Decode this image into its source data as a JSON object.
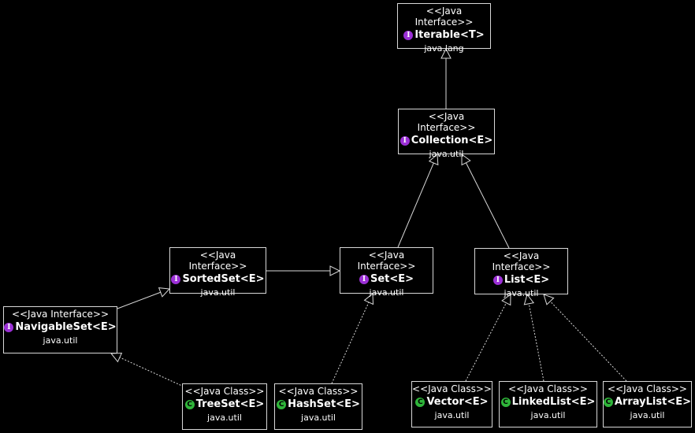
{
  "colors": {
    "background": "#000000",
    "border": "#d8d8d8",
    "text": "#ffffff",
    "interface_badge": "#9b2fd6",
    "class_badge": "#2fb53a"
  },
  "nodes": {
    "iterable": {
      "stereotype": "<<Java Interface>>",
      "badge": "I",
      "name": "Iterable<T>",
      "package": "java.lang"
    },
    "collection": {
      "stereotype": "<<Java Interface>>",
      "badge": "I",
      "name": "Collection<E>",
      "package": "java.util"
    },
    "sortedset": {
      "stereotype": "<<Java Interface>>",
      "badge": "I",
      "name": "SortedSet<E>",
      "package": "java.util"
    },
    "set": {
      "stereotype": "<<Java Interface>>",
      "badge": "I",
      "name": "Set<E>",
      "package": "java.util"
    },
    "list": {
      "stereotype": "<<Java Interface>>",
      "badge": "I",
      "name": "List<E>",
      "package": "java.util"
    },
    "navigableset": {
      "stereotype": "<<Java Interface>>",
      "badge": "I",
      "name": "NavigableSet<E>",
      "package": "java.util"
    },
    "treeset": {
      "stereotype": "<<Java Class>>",
      "badge": "C",
      "name": "TreeSet<E>",
      "package": "java.util"
    },
    "hashset": {
      "stereotype": "<<Java Class>>",
      "badge": "C",
      "name": "HashSet<E>",
      "package": "java.util"
    },
    "vector": {
      "stereotype": "<<Java Class>>",
      "badge": "C",
      "name": "Vector<E>",
      "package": "java.util"
    },
    "linkedlist": {
      "stereotype": "<<Java Class>>",
      "badge": "C",
      "name": "LinkedList<E>",
      "package": "java.util"
    },
    "arraylist": {
      "stereotype": "<<Java Class>>",
      "badge": "C",
      "name": "ArrayList<E>",
      "package": "java.util"
    }
  },
  "edges": [
    {
      "from": "collection",
      "to": "iterable",
      "kind": "extends"
    },
    {
      "from": "set",
      "to": "collection",
      "kind": "extends"
    },
    {
      "from": "list",
      "to": "collection",
      "kind": "extends"
    },
    {
      "from": "sortedset",
      "to": "set",
      "kind": "extends"
    },
    {
      "from": "navigableset",
      "to": "sortedset",
      "kind": "extends"
    },
    {
      "from": "treeset",
      "to": "navigableset",
      "kind": "implements"
    },
    {
      "from": "hashset",
      "to": "set",
      "kind": "implements"
    },
    {
      "from": "vector",
      "to": "list",
      "kind": "implements"
    },
    {
      "from": "linkedlist",
      "to": "list",
      "kind": "implements"
    },
    {
      "from": "arraylist",
      "to": "list",
      "kind": "implements"
    }
  ]
}
